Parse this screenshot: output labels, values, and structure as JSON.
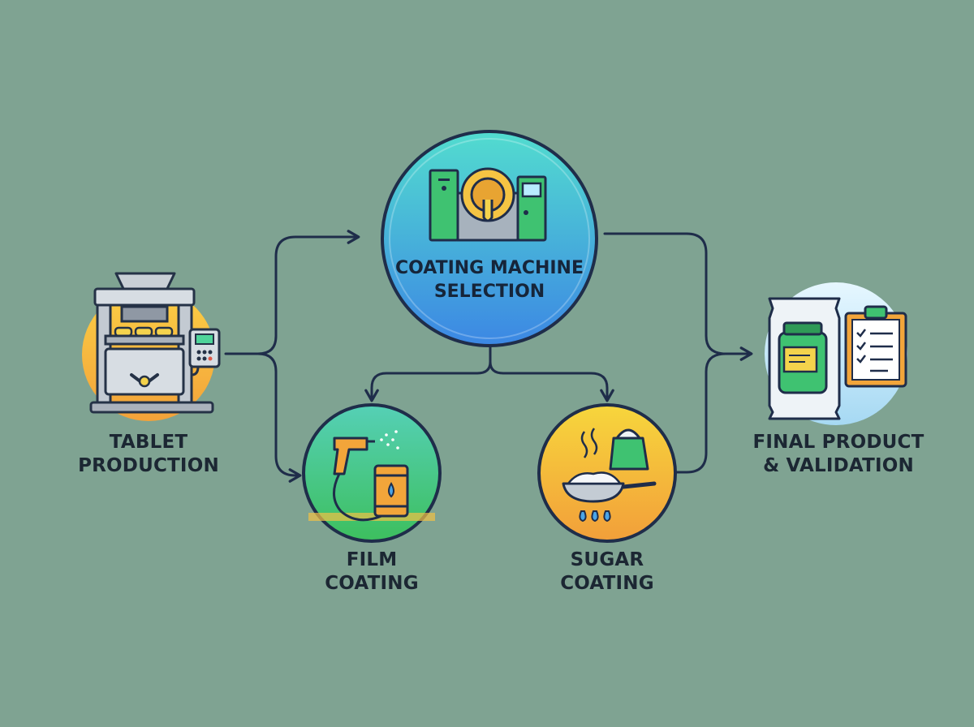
{
  "nodes": {
    "tablet": {
      "line1": "TABLET",
      "line2": "PRODUCTION"
    },
    "machine": {
      "line1": "COATING MACHINE",
      "line2": "SELECTION"
    },
    "film": {
      "line1": "FILM",
      "line2": "COATING"
    },
    "sugar": {
      "line1": "SUGAR",
      "line2": "COATING"
    },
    "final": {
      "line1": "FINAL PRODUCT",
      "line2": "& VALIDATION"
    }
  },
  "colors": {
    "background": "#7fa392",
    "connector": "#1f2d4a",
    "machine_gradient": [
      "#4fd6d0",
      "#3f8fe0"
    ],
    "film_gradient": [
      "#4fcfb0",
      "#3fbe60"
    ],
    "sugar_gradient": [
      "#f7d23a",
      "#f2a63a"
    ],
    "final_gradient": [
      "#dff4ff",
      "#a9dcf5"
    ],
    "tablet_gradient": [
      "#f9c843",
      "#f2a73a"
    ]
  },
  "icons": {
    "tablet": "tablet-press-icon",
    "machine": "coating-machine-icon",
    "film": "spray-gun-icon",
    "sugar": "frying-pan-icon",
    "final": "product-package-icon"
  }
}
